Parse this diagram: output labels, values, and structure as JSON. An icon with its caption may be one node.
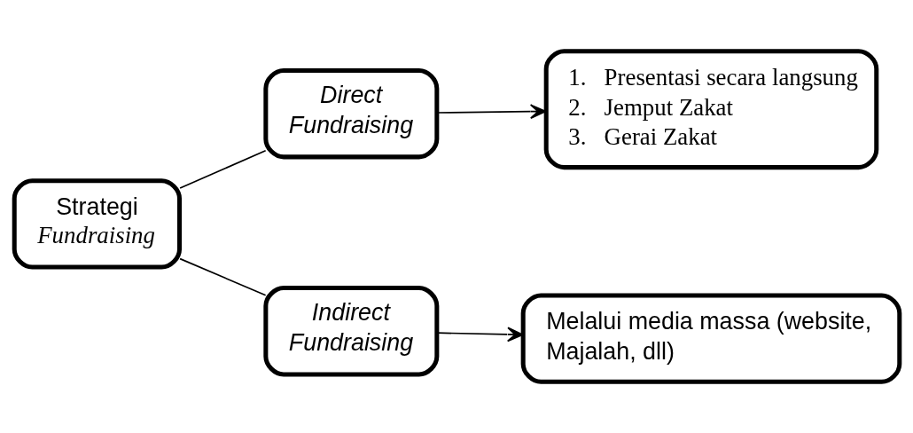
{
  "diagram": {
    "nodes": [
      {
        "text": [
          "Strategi",
          "Fundraising"
        ]
      },
      {
        "text": [
          "Direct Fundraising"
        ]
      },
      {
        "text": [
          "1.   Presentasi secara langsung",
          "2.   Jemput Zakat",
          "3.   Gerai Zakat"
        ]
      },
      {
        "text": [
          "Indirect Fundraising"
        ]
      },
      {
        "text": [
          "Melalui media massa (website, Majalah, dll)"
        ]
      }
    ],
    "edges": [
      {
        "from": 0,
        "to": 1,
        "arrow": "none"
      },
      {
        "from": 0,
        "to": 3,
        "arrow": "none"
      },
      {
        "from": 1,
        "to": 2,
        "arrow": "to"
      },
      {
        "from": 3,
        "to": 4,
        "arrow": "to"
      }
    ]
  }
}
